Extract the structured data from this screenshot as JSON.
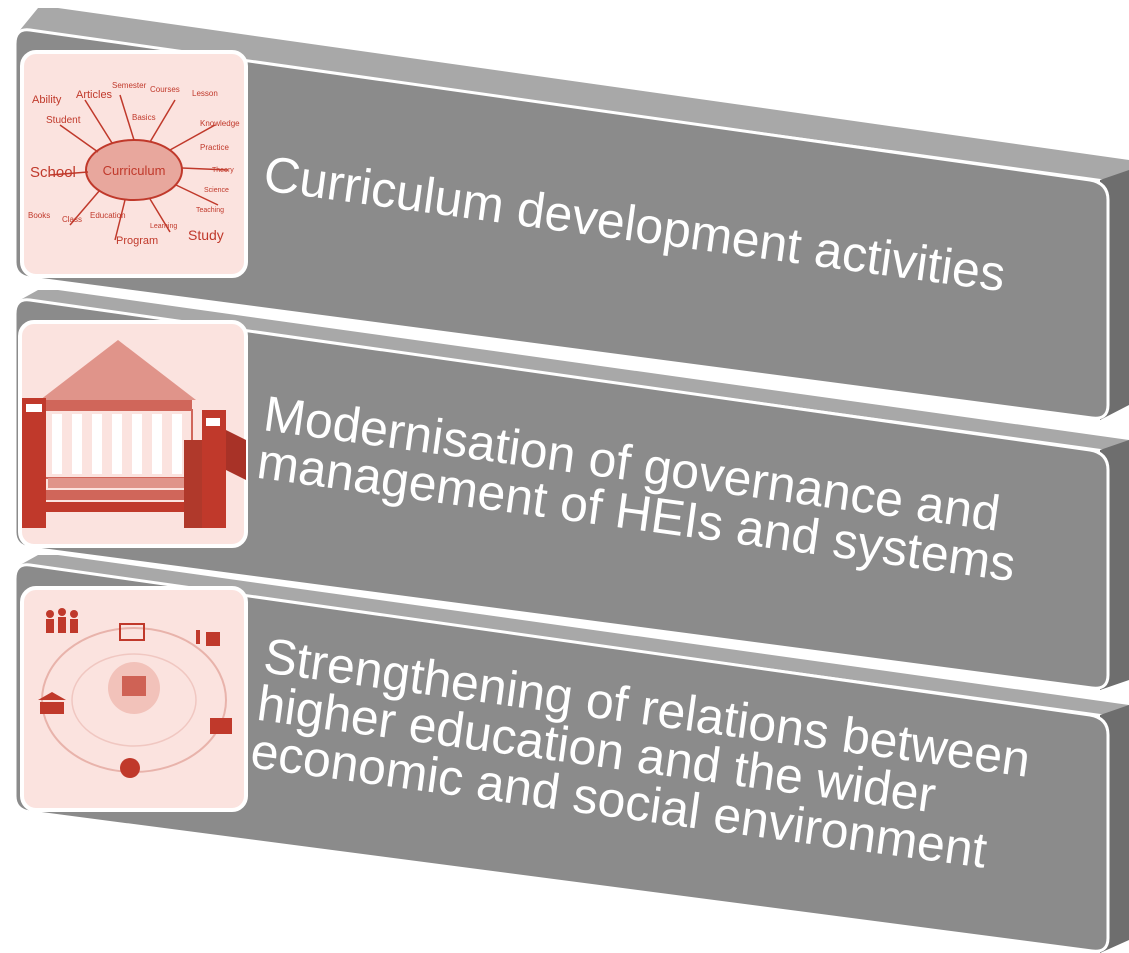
{
  "colors": {
    "card_face": "#8a8a8a",
    "card_side": "#6f6f6f",
    "card_top": "#a3a3a3",
    "card_border": "#ffffff",
    "icon_bg": "#fbe3df",
    "icon_accent": "#c0392b",
    "text": "#ffffff"
  },
  "cards": [
    {
      "icon": "curriculum-mindmap-icon",
      "lines": [
        "Curriculum development activities"
      ],
      "icon_words": {
        "center": "Curriculum",
        "words": [
          "Ability",
          "Articles",
          "Semester",
          "Courses",
          "Lesson",
          "Student",
          "Basics",
          "Knowledge",
          "Practice",
          "School",
          "Theory",
          "Science",
          "Books",
          "Class",
          "Education",
          "Program",
          "Learning",
          "Study",
          "Teaching"
        ]
      }
    },
    {
      "icon": "university-building-icon",
      "lines": [
        "Modernisation of governance and",
        "management of HEIs and systems"
      ]
    },
    {
      "icon": "society-network-icon",
      "lines": [
        "Strengthening of relations between",
        "higher education and the wider",
        "economic and social environment"
      ]
    }
  ]
}
